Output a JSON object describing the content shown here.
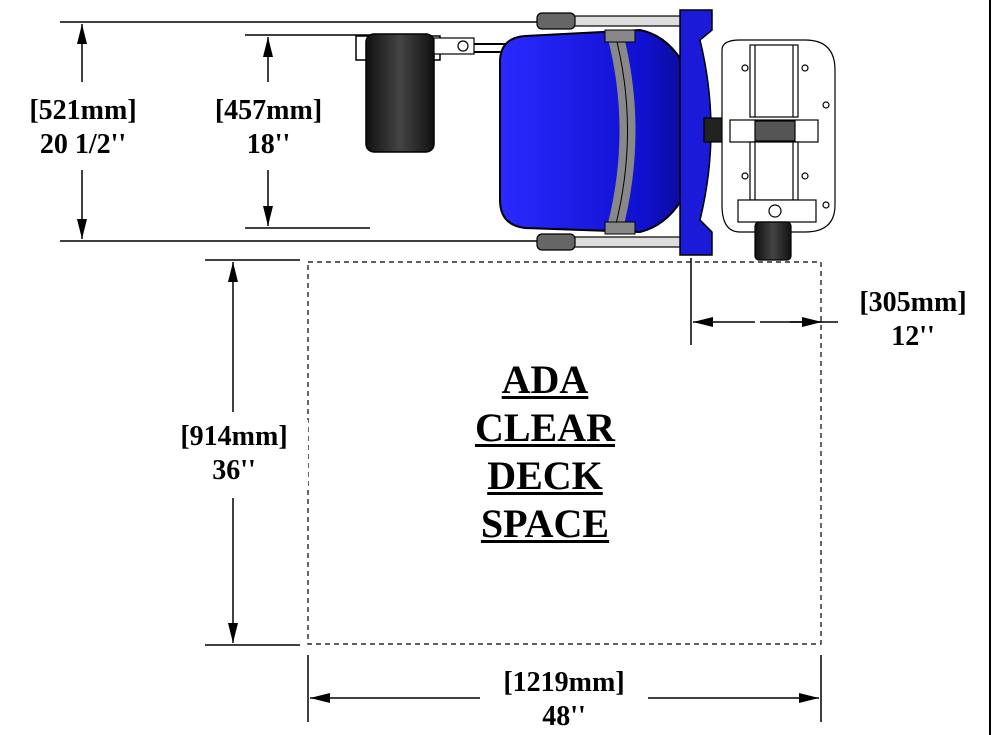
{
  "dimensions": {
    "overall_width": {
      "mm": "[521mm]",
      "in": "20 1/2''"
    },
    "seat_width": {
      "mm": "[457mm]",
      "in": "18''"
    },
    "offset": {
      "mm": "[305mm]",
      "in": "12''"
    },
    "deck_depth": {
      "mm": "[914mm]",
      "in": "36''"
    },
    "deck_width": {
      "mm": "[1219mm]",
      "in": "48''"
    }
  },
  "clear_space_label": [
    "ADA",
    "CLEAR",
    "DECK",
    "SPACE"
  ],
  "colors": {
    "seat_blue": "#1a1ae6",
    "seat_dark": "#0b0b8a",
    "metal": "#b8b8b8",
    "line": "#000000"
  }
}
